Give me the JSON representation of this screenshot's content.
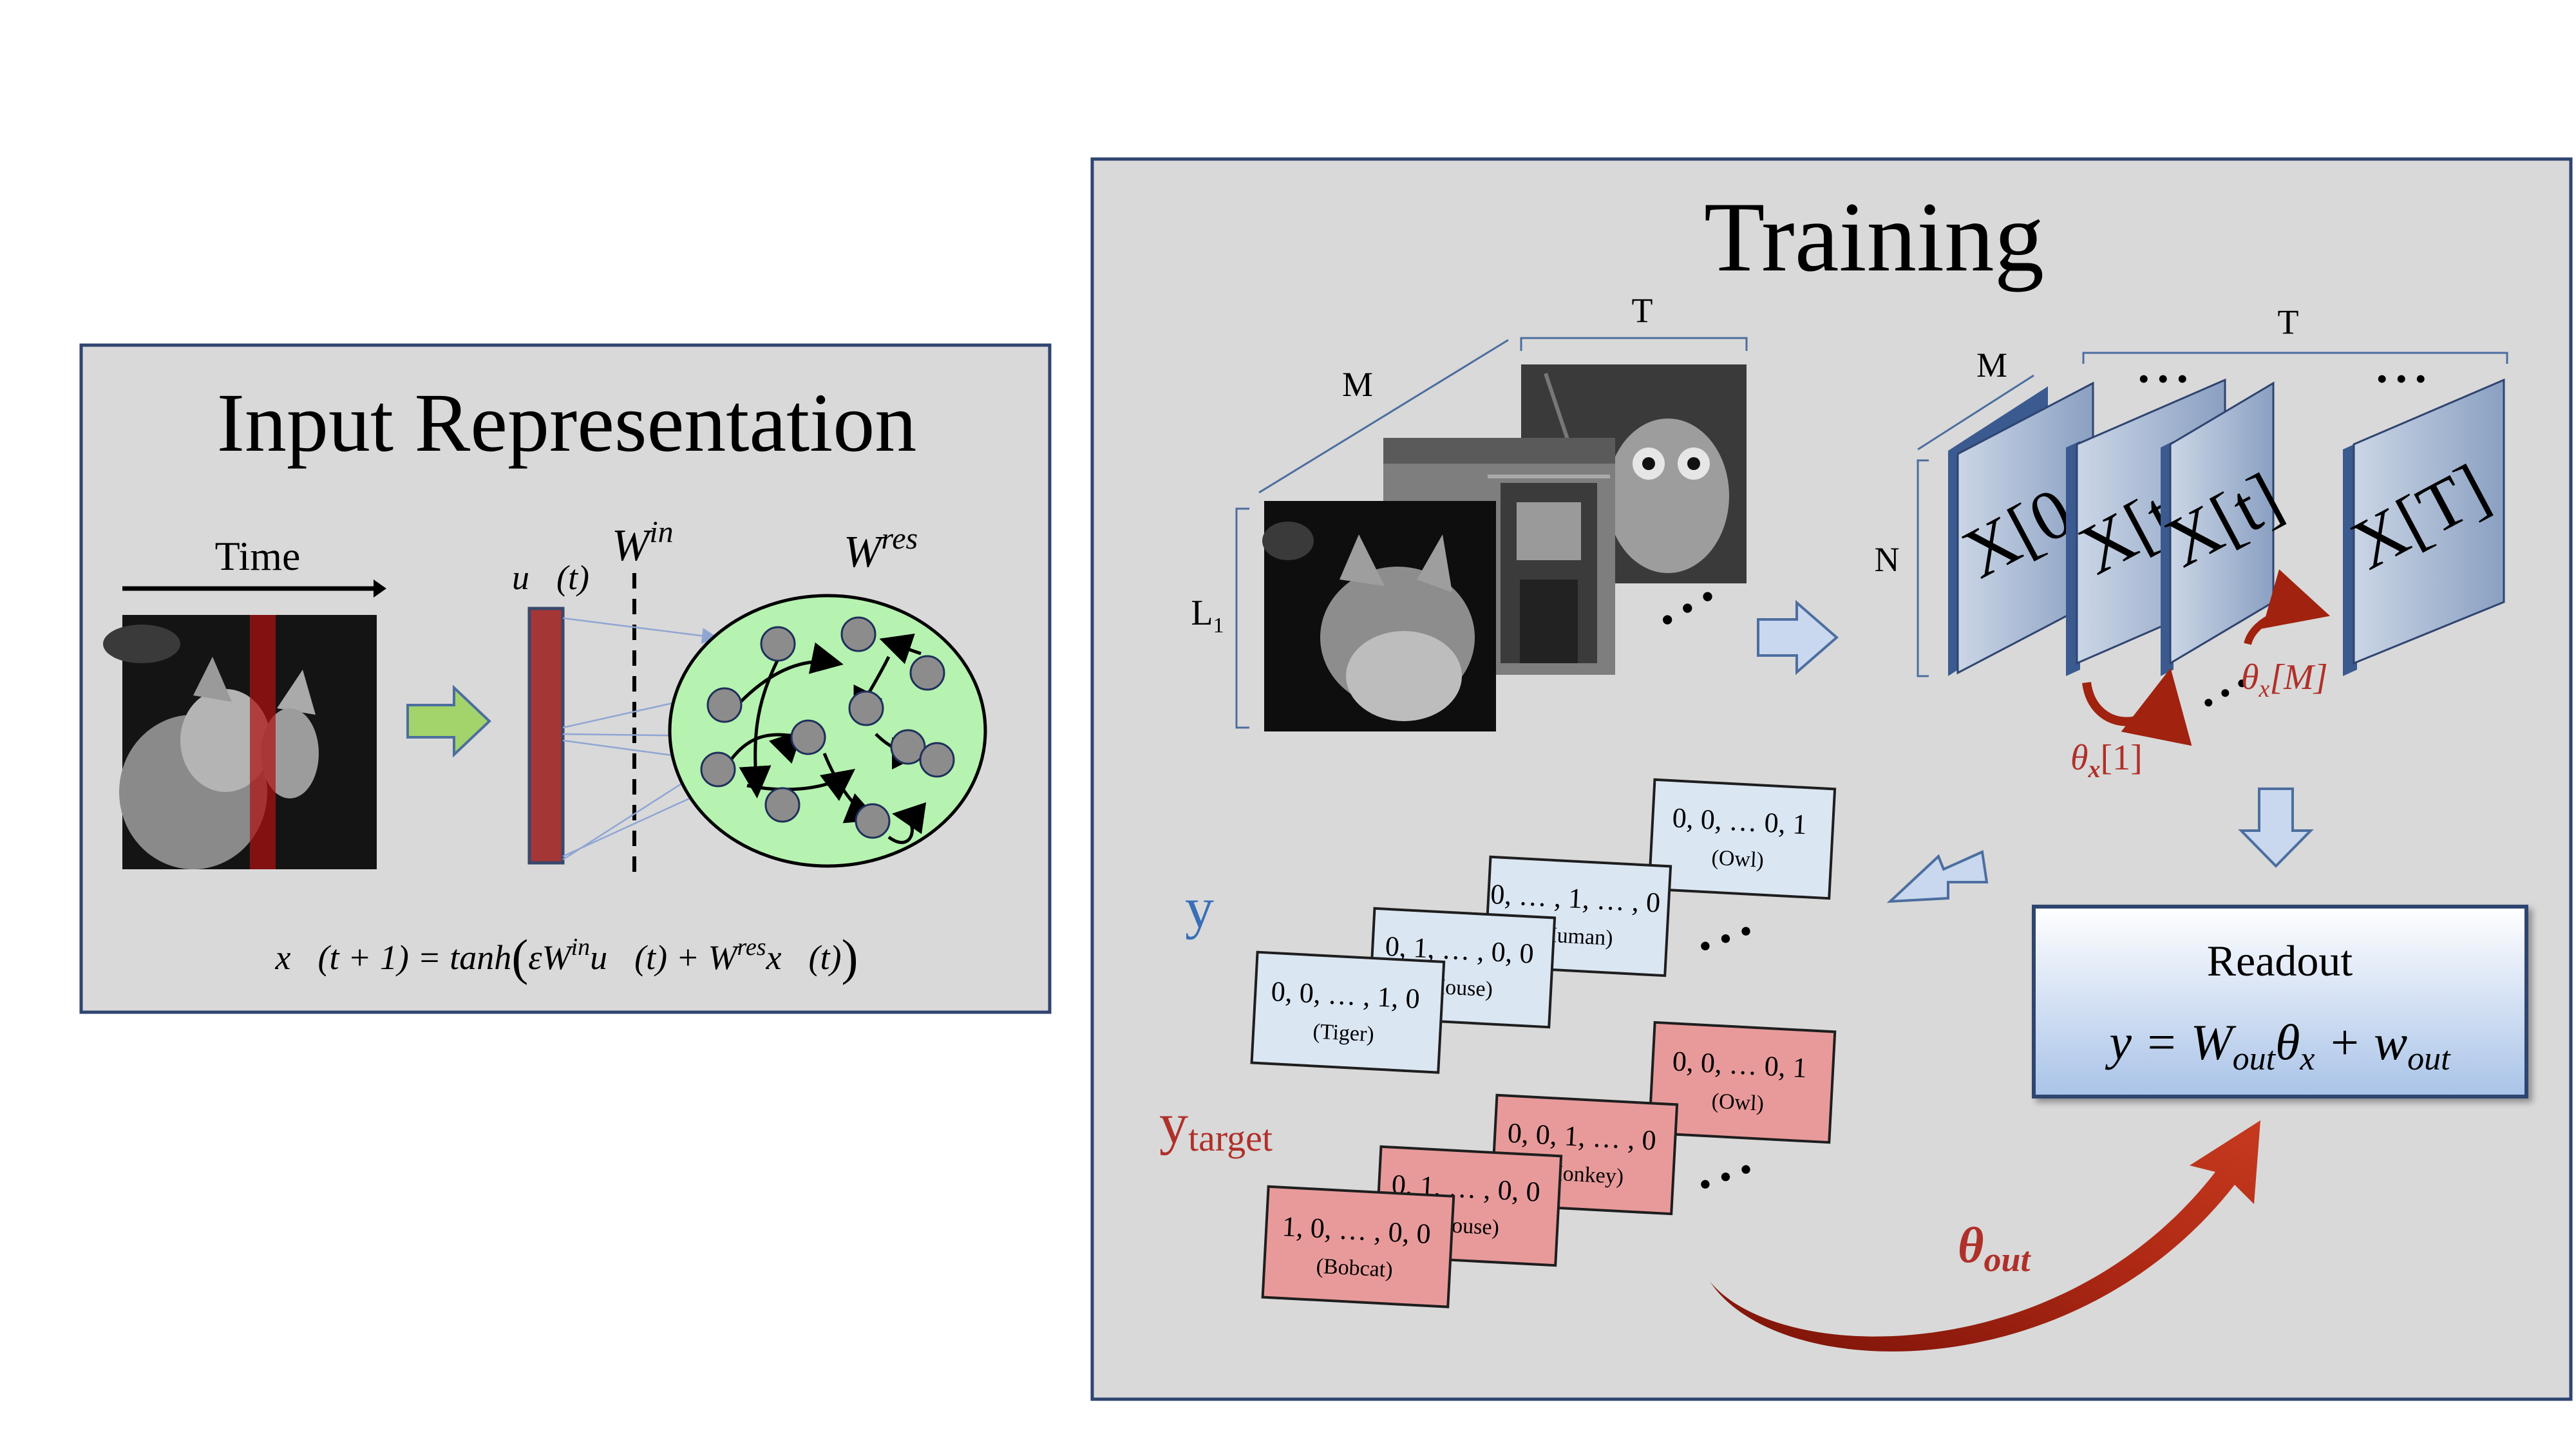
{
  "input_panel": {
    "title": "Input Representation",
    "time_label": "Time",
    "u_label": "u⃗(t)",
    "win_base": "W",
    "win_sup": "in",
    "wres_base": "W",
    "wres_sup": "res",
    "equation": {
      "lhs": "x⃗(t + 1) = tanh",
      "open": "(",
      "eps": "εW",
      "eps_sup": "in",
      "mid": "u⃗(t) + W",
      "res_sup": "res",
      "end": "x⃗(t)",
      "close": ")"
    }
  },
  "training_panel": {
    "title": "Training",
    "dim_M_left": "M",
    "dim_T_left": "T",
    "dim_L": "L",
    "dim_L_sub": "1",
    "dim_M_right": "M",
    "dim_T_right": "T",
    "dim_N": "N",
    "ellipsis": "• • •",
    "state_frames": [
      "X[0",
      "X[t",
      "X[t]",
      "X[T]"
    ],
    "theta_x1": {
      "base": "θ",
      "sub": "x",
      "arg": "[1]"
    },
    "theta_xM": {
      "base": "θ",
      "sub": "x",
      "arg": "[M]"
    },
    "readout": {
      "title": "Readout",
      "eq_y": "y = W",
      "eq_out1": "out",
      "eq_theta": "θ",
      "eq_x": "x",
      "eq_plus": " + w",
      "eq_out2": "out"
    },
    "y_label": "y",
    "ytarget_label": "y",
    "ytarget_sub": "target",
    "theta_out": {
      "base": "θ",
      "sub": "out"
    },
    "y_cards": [
      {
        "vec": "0, 0, … , 1, 0",
        "label": "(Tiger)"
      },
      {
        "vec": "0, 1, … , 0, 0",
        "label": "(House)"
      },
      {
        "vec": "0, … , 1, … , 0",
        "label": "(Human)"
      },
      {
        "vec": "0, 0, … 0, 1",
        "label": "(Owl)"
      }
    ],
    "target_cards": [
      {
        "vec": "1, 0, … , 0, 0",
        "label": "(Bobcat)"
      },
      {
        "vec": "0, 1, … , 0, 0",
        "label": "(House)"
      },
      {
        "vec": "0, 0, 1, … , 0",
        "label": "(Monkey)"
      },
      {
        "vec": "0, 0, … 0, 1",
        "label": "(Owl)"
      }
    ]
  },
  "colors": {
    "panel_bg": "#d9d9d9",
    "panel_border": "#2f4470",
    "reservoir_fill": "#b6f2b0",
    "y_color": "#3a6fb8",
    "target_color": "#b0302a",
    "card_blue": "#dbe6f3",
    "card_red": "#e89a9a",
    "arrow_green": "#a3d36b",
    "arrow_blue": "#c9d8ee",
    "state_frame": "#9fb2cf"
  }
}
